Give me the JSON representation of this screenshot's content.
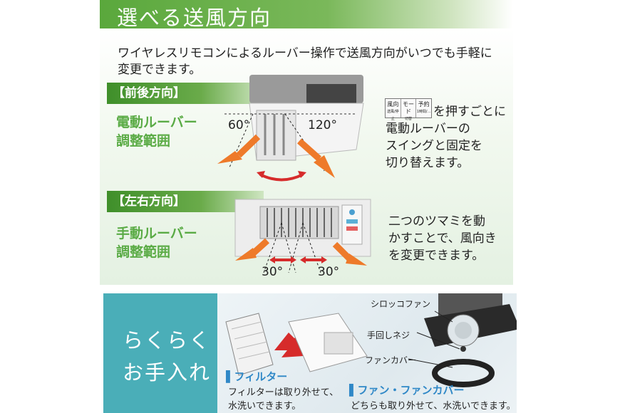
{
  "header": {
    "title": "選べる送風方向"
  },
  "intro": {
    "line1": "ワイヤレスリモコンによるルーバー操作で送風方向がいつでも手軽に",
    "line2": "変更できます。"
  },
  "front_back": {
    "tag": "【前後方向】",
    "label1": "電動ルーバー",
    "label2": "調整範囲",
    "angle_left": "60°",
    "angle_right": "120°",
    "remote_buttons": [
      "風向",
      "モード",
      "予約"
    ],
    "remote_sub": [
      "送風/停止",
      "切替",
      "1時間/…"
    ],
    "desc": [
      "を押すごとに",
      "電動ルーバーの",
      "スイングと固定を",
      "切り替えます。"
    ]
  },
  "left_right": {
    "tag": "【左右方向】",
    "label1": "手動ルーバー",
    "label2": "調整範囲",
    "angle_left": "30°",
    "angle_right": "30°",
    "desc": [
      "二つのツマミを動",
      "かすことで、風向き",
      "を変更できます。"
    ]
  },
  "care": {
    "line1": "らくらく",
    "line2": "お手入れ"
  },
  "parts": {
    "sirocco": "シロッコファン",
    "screw": "手回しネジ",
    "fan_cover": "ファンカバー"
  },
  "filter": {
    "title": "▌フィルター",
    "text1": "フィルターは取り外せて、",
    "text2": "水洗いできます。"
  },
  "fan": {
    "title": "▌ファン・ファンカバー",
    "text": "どちらも取り外せて、水洗いできます。"
  },
  "colors": {
    "green": "#5aab45",
    "teal": "#4aaeb8",
    "orange": "#ee7a2a",
    "red": "#d62b2b",
    "blue": "#2f88c7"
  }
}
